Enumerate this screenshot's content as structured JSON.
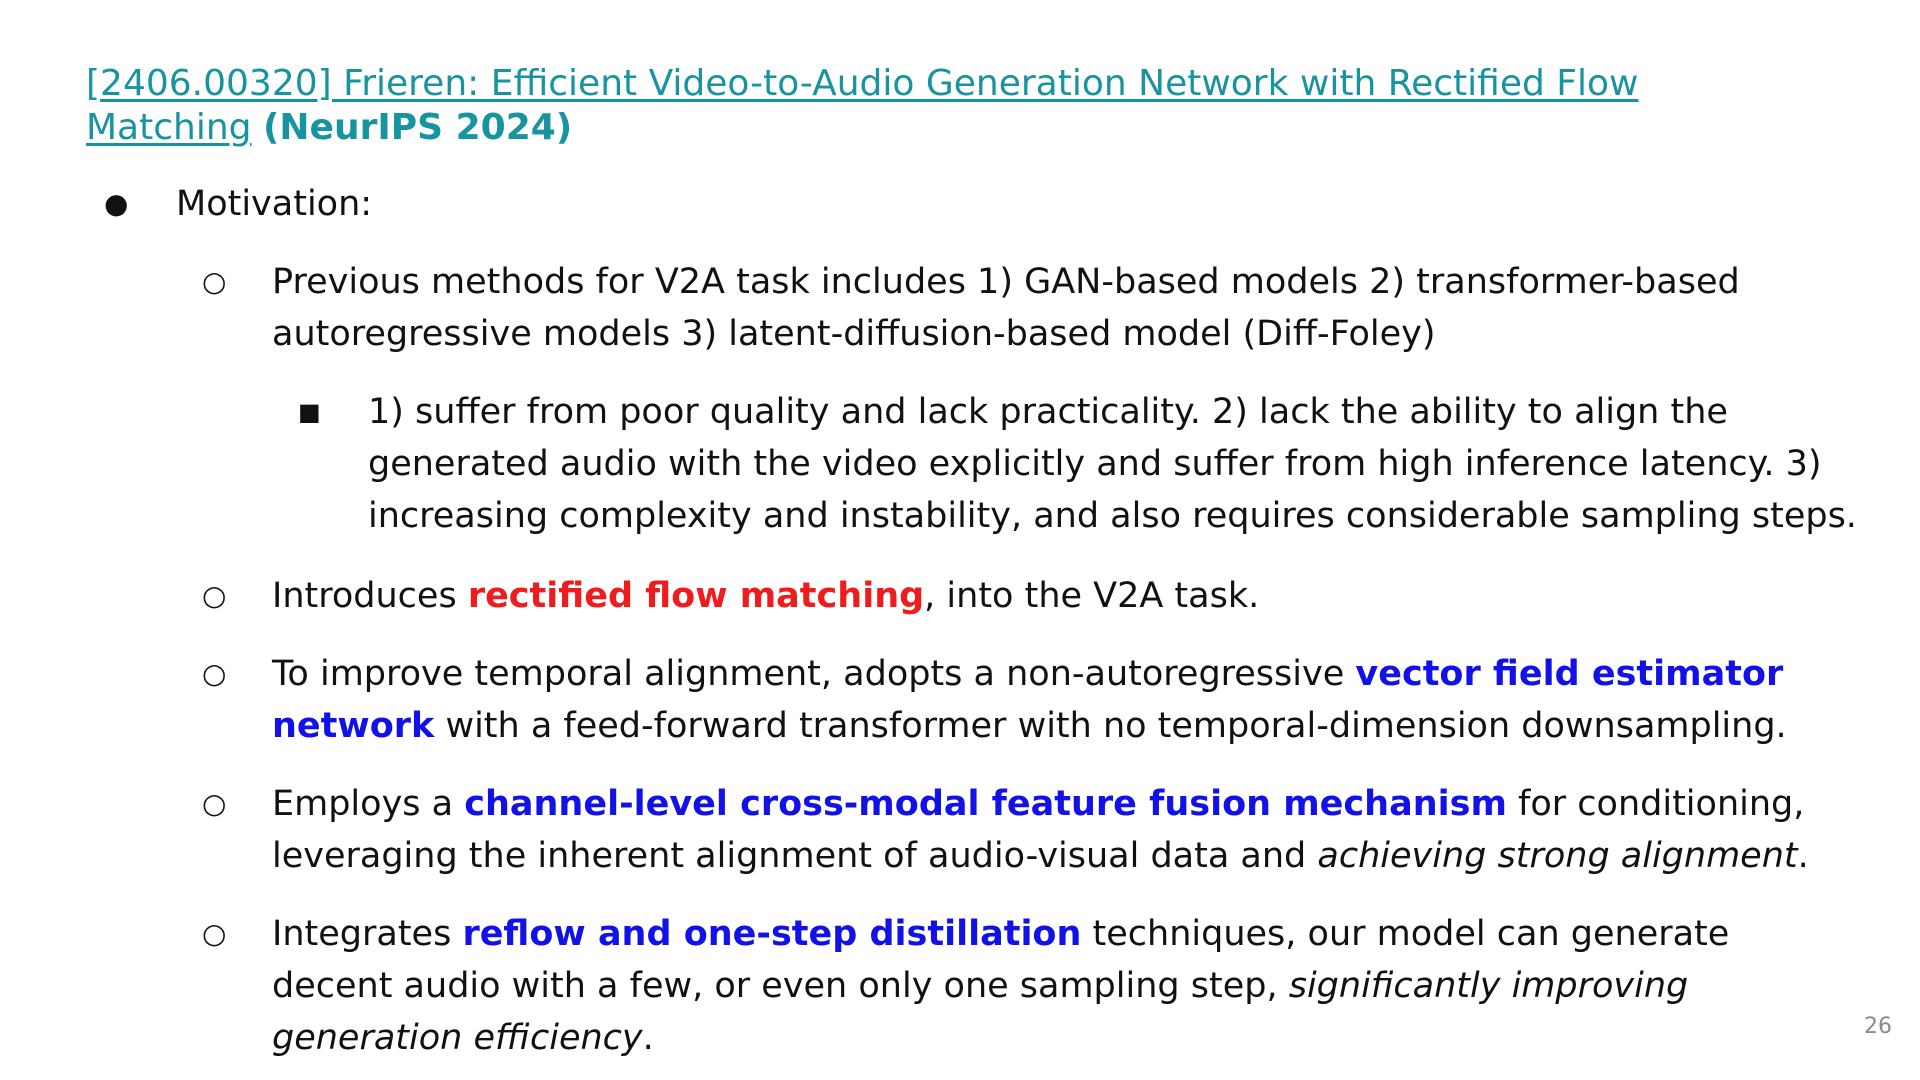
{
  "title": {
    "link_text": "[2406.00320] Frieren: Efficient Video-to-Audio Generation Network with Rectified Flow Matching",
    "venue": "(NeurIPS 2024)"
  },
  "motivation": {
    "marker": "●",
    "label": "Motivation:"
  },
  "points": [
    {
      "marker": "○",
      "text": "Previous methods for V2A task includes 1) GAN-based models 2) transformer-based autoregressive models 3) latent-diffusion-based model (Diff-Foley)"
    },
    {
      "marker": "■",
      "text": "1) suffer from poor quality and lack practicality. 2) lack the ability to align the generated audio with the video explicitly and suffer from high inference latency. 3) increasing complexity and instability, and also requires considerable sampling steps."
    },
    {
      "marker": "○",
      "before": "Introduces ",
      "highlight": "rectified flow matching",
      "after": ", into the V2A task."
    },
    {
      "marker": "○",
      "before": "To improve temporal alignment, adopts a non-autoregressive ",
      "highlight": "vector field estimator network",
      "after": " with a feed-forward transformer with no temporal-dimension downsampling."
    },
    {
      "marker": "○",
      "before": "Employs a ",
      "highlight": "channel-level cross-modal feature fusion mechanism",
      "after": " for conditioning, leveraging the inherent alignment of audio-visual data and ",
      "italic": "achieving strong alignment",
      "end": "."
    },
    {
      "marker": "○",
      "before": "Integrates ",
      "highlight": "reflow and one-step distillation",
      "after": " techniques, our model can generate decent audio with a few, or even only one sampling step, ",
      "italic": "significantly improving generation efficiency",
      "end": "."
    }
  ],
  "page_number": "26",
  "colors": {
    "title": "#17949f",
    "red_highlight": "#ee1c1c",
    "blue_highlight": "#1212e8",
    "body_text": "#111111"
  }
}
